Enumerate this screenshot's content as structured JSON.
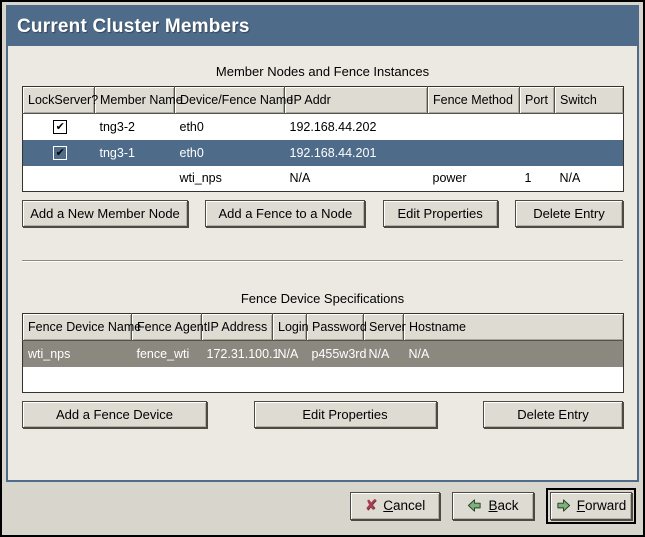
{
  "window": {
    "title": "Current Cluster Members"
  },
  "colors": {
    "titlebar_blue": "#4e6b89",
    "selected_row_blue": "#4e6b89",
    "selected_row_gray": "#8b8880",
    "content_bg": "#ece9e2",
    "window_bg": "#d8d5cd",
    "control_bg": "#dedbd3",
    "cancel_x_red": "#a83c51",
    "arrow_green": "#7fae7f"
  },
  "icons": {
    "check": "✔",
    "cancel_x": "✘"
  },
  "members": {
    "caption": "Member Nodes and Fence Instances",
    "columns": [
      "LockServer?",
      "Member Name",
      "Device/Fence Name",
      "IP Addr",
      "Fence Method",
      "Port",
      "Switch"
    ],
    "rows": [
      {
        "cells": [
          "",
          "tng3-2",
          "eth0",
          "192.168.44.202",
          "",
          "",
          ""
        ],
        "checked": true,
        "selected": false
      },
      {
        "cells": [
          "",
          "tng3-1",
          "eth0",
          "192.168.44.201",
          "",
          "",
          ""
        ],
        "checked": true,
        "selected": true
      },
      {
        "cells": [
          "",
          "",
          "wti_nps",
          "N/A",
          "power",
          "1",
          "N/A"
        ],
        "checked": false,
        "selected": false
      }
    ],
    "buttons": [
      "Add a New Member Node",
      "Add a Fence to a Node",
      "Edit Properties",
      "Delete Entry"
    ]
  },
  "fence": {
    "caption": "Fence Device Specifications",
    "columns": [
      "Fence Device Name",
      "Fence Agent",
      "IP Address",
      "Login",
      "Password",
      "Server",
      "Hostname"
    ],
    "rows": [
      {
        "cells": [
          "wti_nps",
          "fence_wti",
          "172.31.100.1",
          "N/A",
          "p455w3rd",
          "N/A",
          "N/A"
        ],
        "selected": true
      }
    ],
    "buttons": [
      "Add a Fence Device",
      "Edit Properties",
      "Delete Entry"
    ]
  },
  "nav": {
    "cancel": {
      "mn": "C",
      "rest": "ancel"
    },
    "back": {
      "mn": "B",
      "rest": "ack"
    },
    "forward": {
      "mn": "F",
      "rest": "orward"
    }
  }
}
